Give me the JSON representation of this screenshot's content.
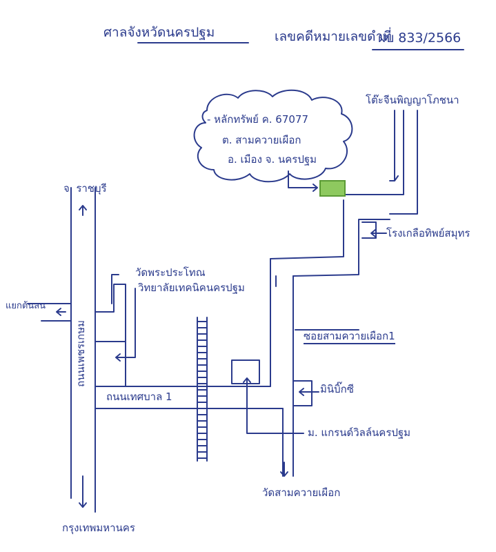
{
  "header": {
    "court": "ศาลจังหวัดนครปฐม",
    "case_label": "เลขคดีหมายเลขดำที่",
    "case_no": "ผบ 833/2566"
  },
  "address": {
    "line1": "- หลักทรัพย์ ค. 67077",
    "line2": "ต. สามควายเผือก",
    "line3": "อ. เมือง จ. นครปฐม"
  },
  "labels": {
    "ratchaburi": "จ. ราชบุรี",
    "intersection": "แยกต้นสน",
    "phetkasem": "ถนนเพชรเกษม",
    "wat": "วัดพระประโทณ",
    "college": "วิทยาลัยเทคนิคนครปฐม",
    "road1": "ถนนเทศบาล 1",
    "soi": "ซอยสามควายเผือก1",
    "market": "มินิบิ๊กซี",
    "village": "ม. แกรนด์วิลล์นครปฐม",
    "temple": "วัดสามควายเผือก",
    "bangkok": "กรุงเทพมหานคร",
    "restaurant": "โต๊ะจีนพิญญาโภชนา",
    "hospital": "โรงเกลือทิพย์สมุทร"
  },
  "colors": {
    "ink": "#2a3a8c",
    "property_fill": "#8ec95f",
    "property_stroke": "#5a9a34"
  }
}
